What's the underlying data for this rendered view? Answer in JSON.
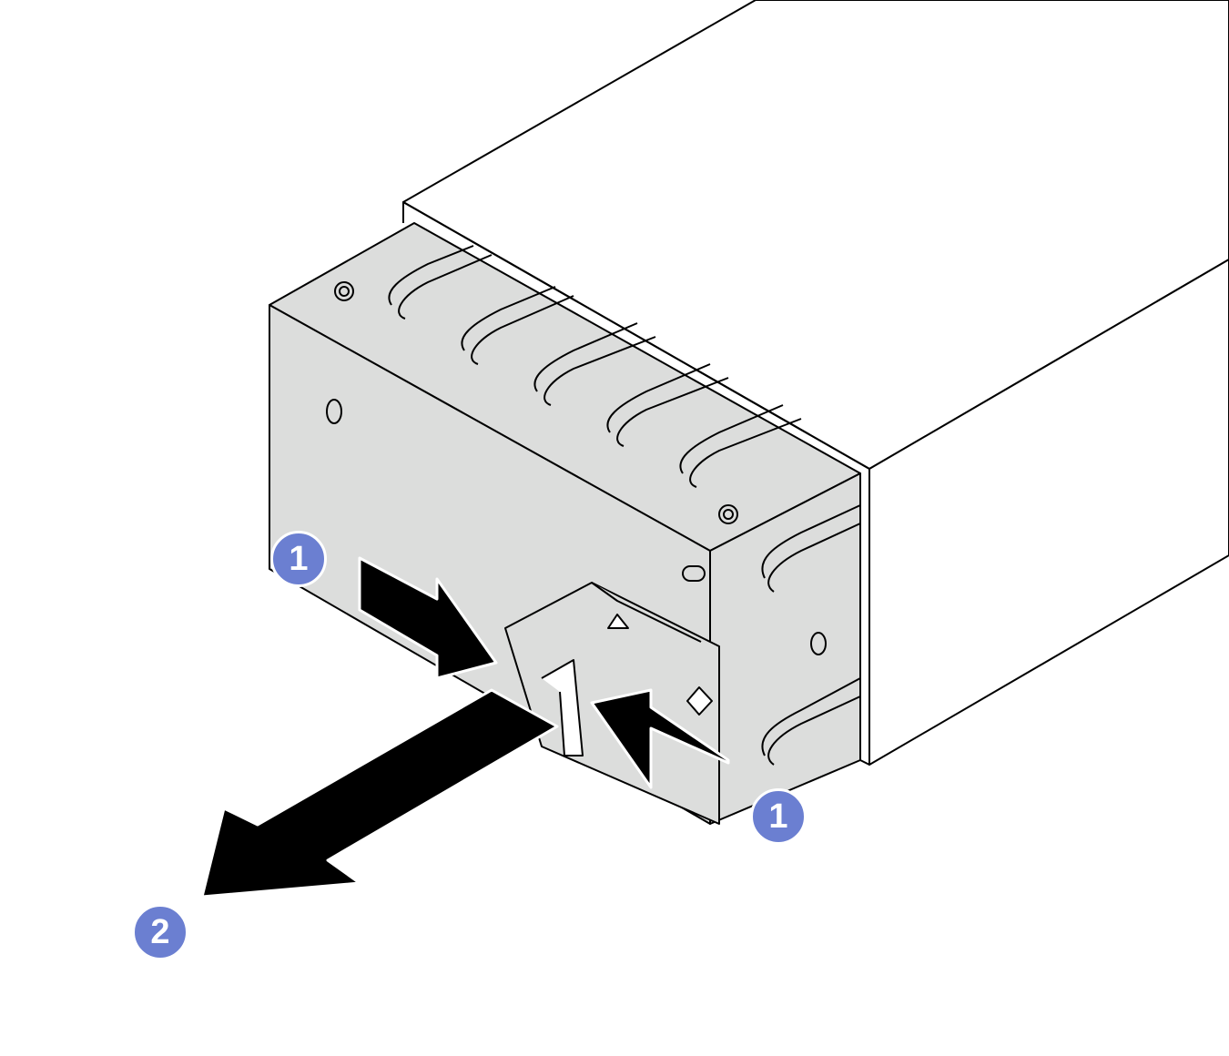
{
  "figure": {
    "subject": "power-supply-removal",
    "callouts": [
      {
        "label": "1",
        "step": "press-release-tabs-left"
      },
      {
        "label": "1",
        "step": "press-release-tabs-right"
      },
      {
        "label": "2",
        "step": "pull-out-power-supply"
      }
    ],
    "colors": {
      "callout": "#6b7fd1",
      "psu_face": "#dcdddc",
      "arrow": "#000000"
    }
  }
}
